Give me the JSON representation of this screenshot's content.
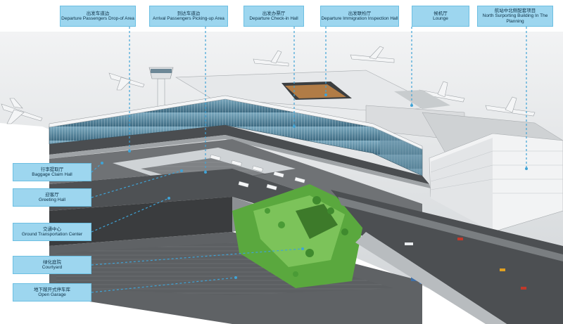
{
  "top_labels": [
    {
      "zh": "出发车道边",
      "en": "Departure Passengers Drop-of Area"
    },
    {
      "zh": "到达车道边",
      "en": "Arrival Passengers Picking-up Area"
    },
    {
      "zh": "出发办票厅",
      "en": "Departure Check-in Hall"
    },
    {
      "zh": "出发联检厅",
      "en": "Departure Immigration Inspection Hall"
    },
    {
      "zh": "候机厅",
      "en": "Lounge"
    },
    {
      "zh": "航站中北侧配套项目",
      "en": "North Surporting Building In The Planning"
    }
  ],
  "left_labels": [
    {
      "zh": "行李提取厅",
      "en": "Baggage Claim Hall"
    },
    {
      "zh": "迎客厅",
      "en": "Greeting Hall"
    },
    {
      "zh": "交通中心",
      "en": "Ground Transportation Center"
    },
    {
      "zh": "绿化庭院",
      "en": "Courtyard"
    },
    {
      "zh": "地下敞开式停车库",
      "en": "Open Garage"
    }
  ],
  "colors": {
    "label_fill": "#9dd6ef",
    "leader_line": "#3fa3d6",
    "glass": "#4f7f96",
    "roof": "#e8eaec",
    "courtyard": "#5aa83e",
    "ground": "#bfc3c6"
  }
}
